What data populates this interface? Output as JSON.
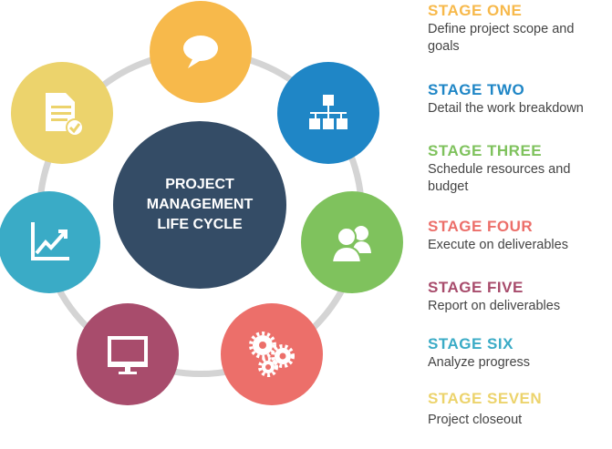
{
  "center": {
    "lines": [
      "PROJECT",
      "MANAGEMENT",
      "LIFE CYCLE"
    ]
  },
  "colors": {
    "one": "#f7b94b",
    "two": "#1f86c6",
    "three": "#7fc25d",
    "four": "#ec6f6a",
    "five": "#a84c6c",
    "six": "#3aabc6",
    "seven": "#ecd36c",
    "center": "#344c66",
    "ring": "#d4d4d4"
  },
  "stages": [
    {
      "title": "STAGE ONE",
      "desc": "Define project scope and goals",
      "icon": "speech-bubble-icon"
    },
    {
      "title": "STAGE TWO",
      "desc": "Detail the work breakdown",
      "icon": "org-chart-icon"
    },
    {
      "title": "STAGE THREE",
      "desc": "Schedule resources and budget",
      "icon": "people-icon"
    },
    {
      "title": "STAGE FOUR",
      "desc": "Execute on deliverables",
      "icon": "gears-icon"
    },
    {
      "title": "STAGE FIVE",
      "desc": "Report on deliverables",
      "icon": "monitor-icon"
    },
    {
      "title": "STAGE SIX",
      "desc": "Analyze progress",
      "icon": "growth-chart-icon"
    },
    {
      "title": "STAGE SEVEN",
      "desc": "Project closeout",
      "icon": "document-check-icon"
    }
  ]
}
